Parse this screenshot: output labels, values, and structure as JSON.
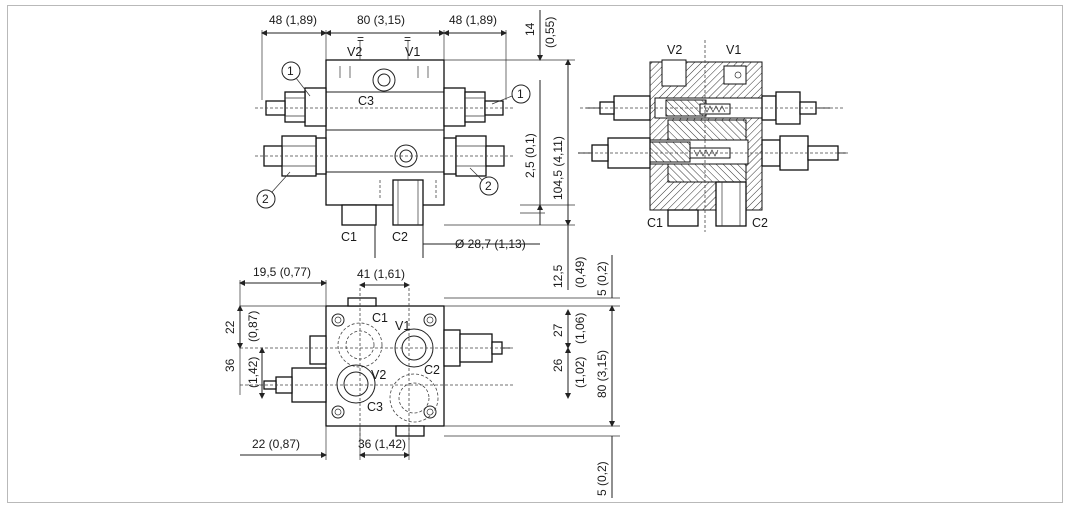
{
  "dimensions": {
    "top_left_width": "48 (1,89)",
    "top_mid_width": "80 (3,15)",
    "top_right_width": "48 (1,89)",
    "top_equal_marks": [
      "=",
      "="
    ],
    "height_14_value": "14",
    "height_14_inch": "(0,55)",
    "height_2_5": "2,5 (0,1)",
    "height_104_5": "104,5 (4,11)",
    "height_12_5_value": "12,5",
    "height_12_5_inch": "(0,49)",
    "diameter": "Ø 28,7 (1,13)",
    "plan_19_5": "19,5 (0,77)",
    "plan_41": "41 (1,61)",
    "plan_22_value": "22",
    "plan_22_inch": "(0,87)",
    "plan_36_value": "36",
    "plan_36_inch": "(1,42)",
    "plan_27_value": "27",
    "plan_27_inch": "(1,06)",
    "plan_26_value": "26",
    "plan_26_inch": "(1,02)",
    "plan_80_vertical": "80 (3,15)",
    "plan_5_top": "5 (0,2)",
    "plan_5_bottom": "5 (0,2)",
    "plan_22_bottom": "22 (0,87)",
    "plan_36_bottom": "36 (1,42)"
  },
  "ports": {
    "v1": "V1",
    "v2": "V2",
    "c1": "C1",
    "c2": "C2",
    "c3": "C3"
  },
  "callouts": {
    "one": "1",
    "two": "2"
  }
}
